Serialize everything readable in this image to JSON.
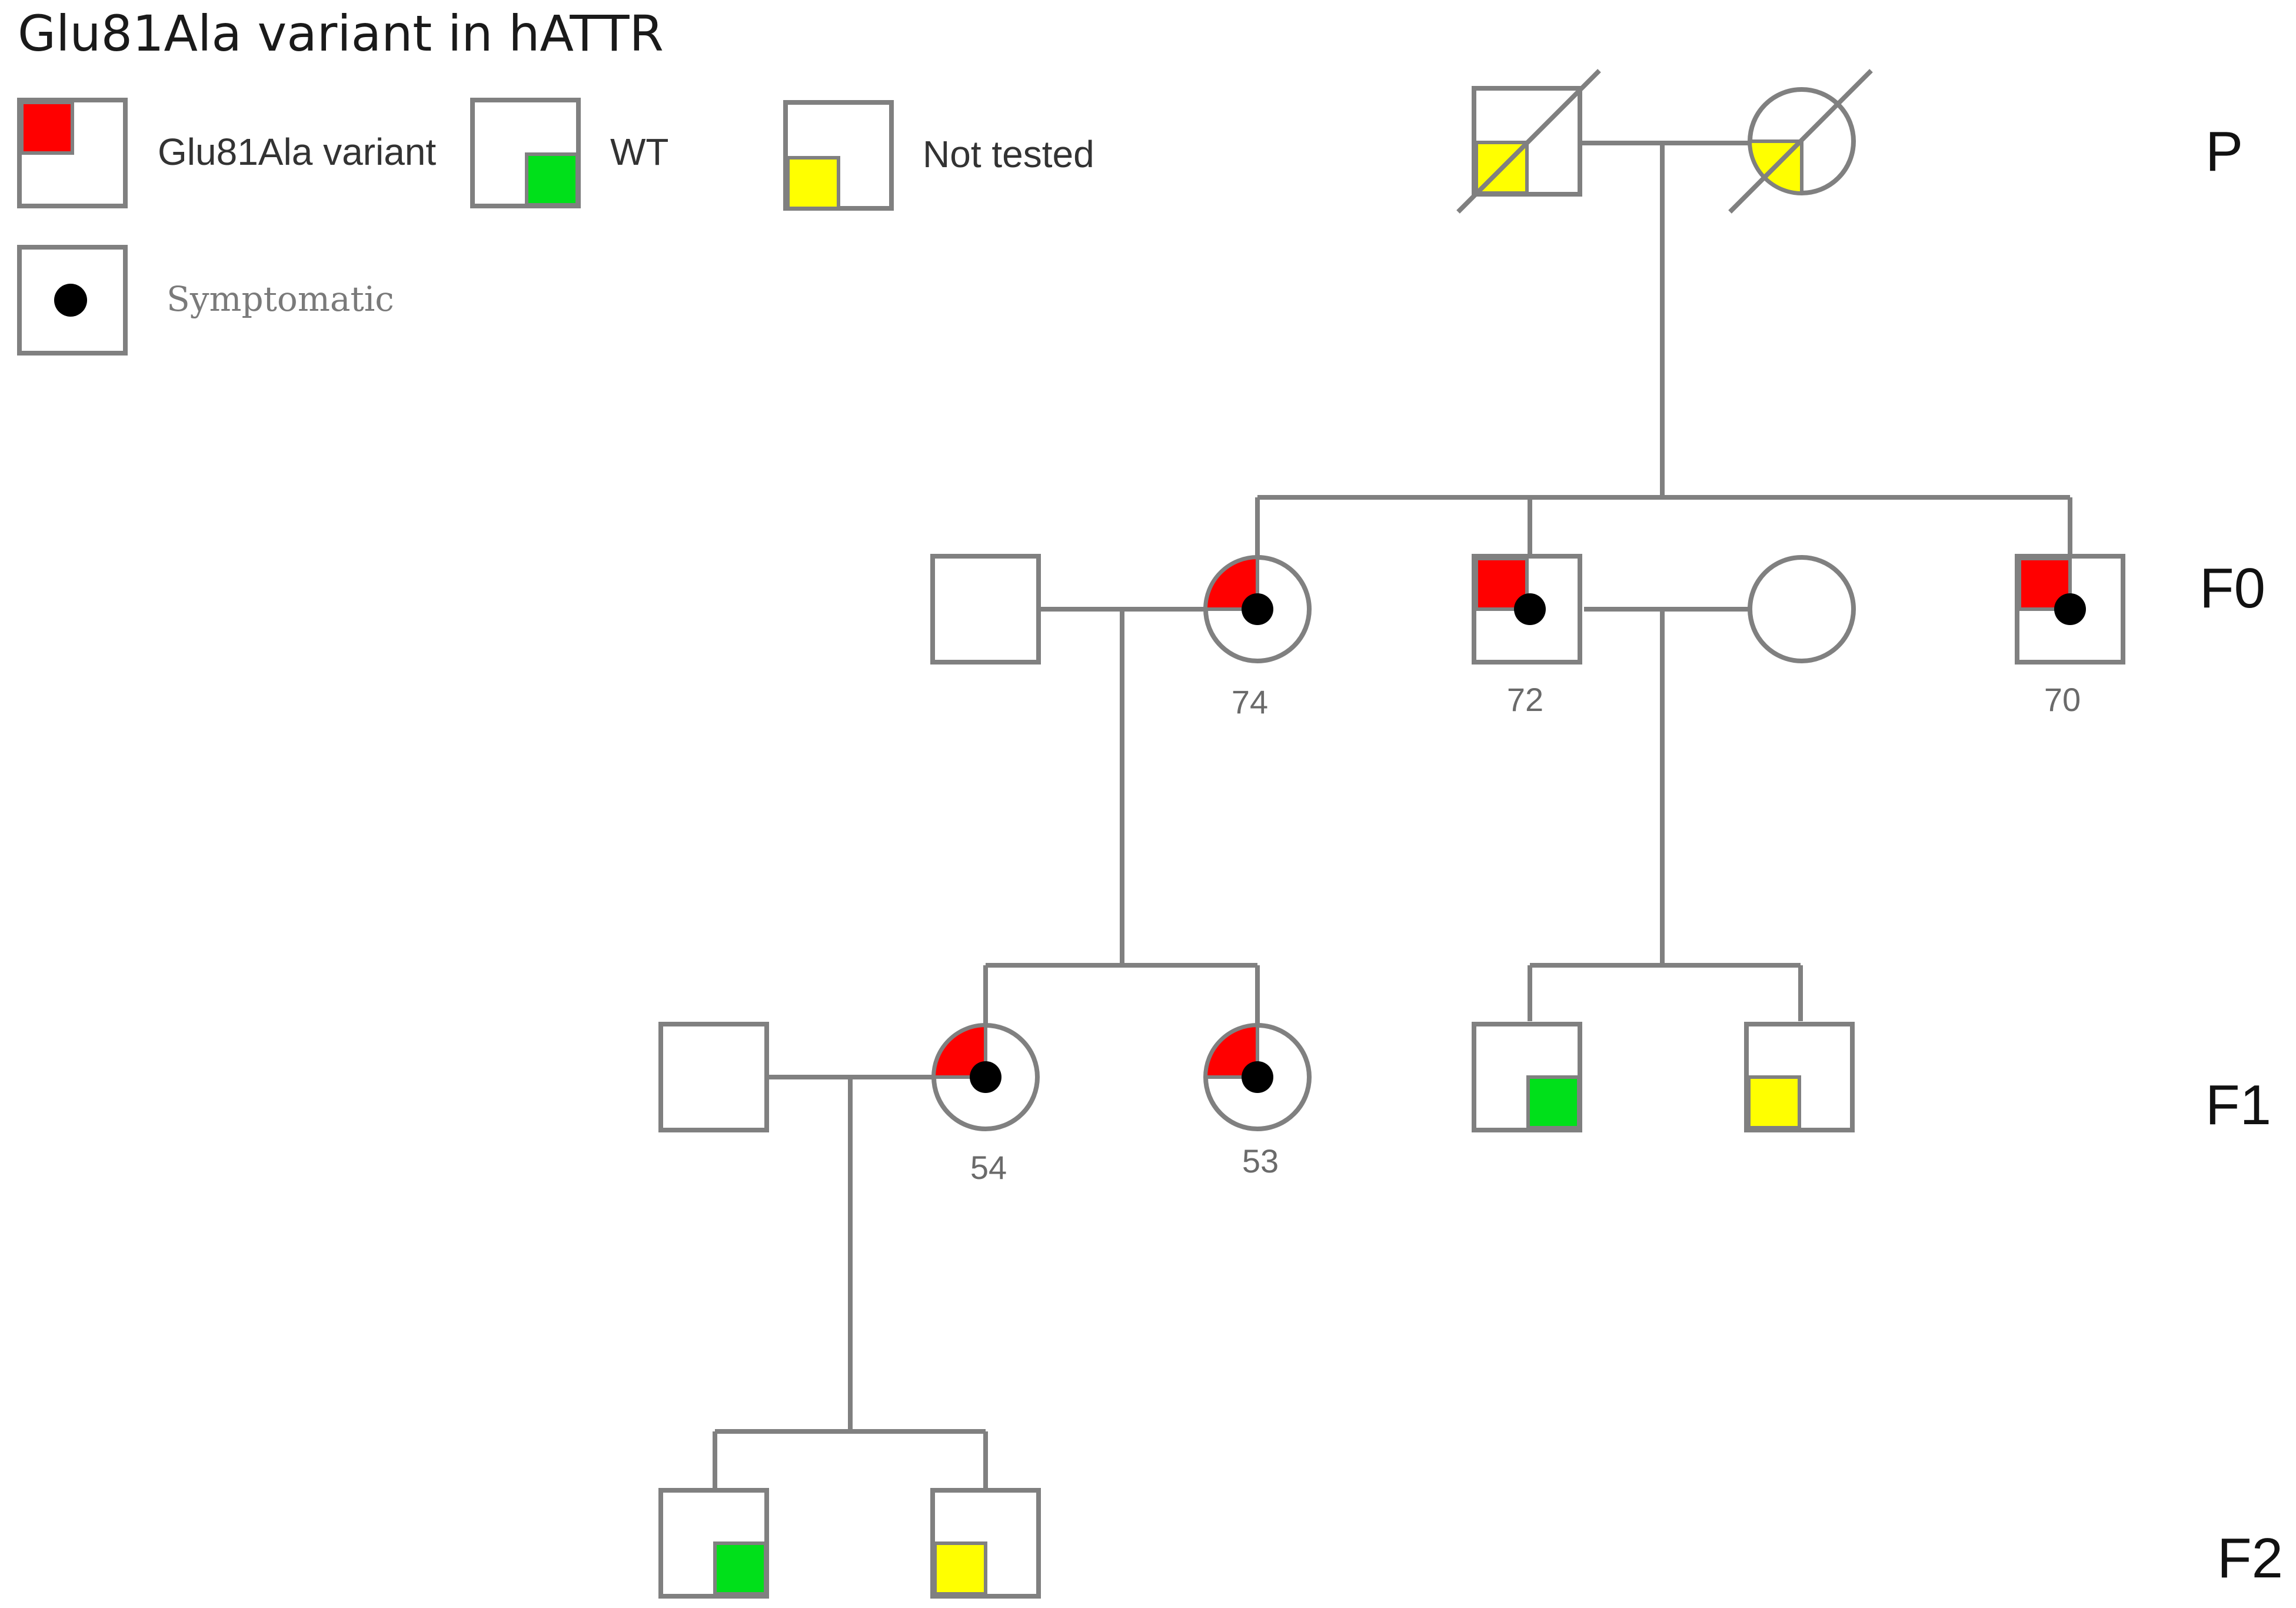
{
  "title": "Glu81Ala variant in hATTR",
  "colors": {
    "variant": "#ff0000",
    "wt": "#00e01a",
    "not_tested": "#ffff00",
    "line": "#808080",
    "symptomatic_dot": "#000000"
  },
  "legend": {
    "variant_label": "Glu81Ala variant",
    "wt_label": "WT",
    "not_tested_label": "Not tested",
    "symptomatic_label": "Symptomatic"
  },
  "generations": [
    "P",
    "F0",
    "F1",
    "F2"
  ],
  "individuals": [
    {
      "id": "p-father",
      "generation": "P",
      "sex": "male",
      "status": "not-tested",
      "deceased": true,
      "symptomatic": false,
      "age": ""
    },
    {
      "id": "p-mother",
      "generation": "P",
      "sex": "female",
      "status": "not-tested",
      "deceased": true,
      "symptomatic": false,
      "age": ""
    },
    {
      "id": "f0-spouse-male",
      "generation": "F0",
      "sex": "male",
      "status": "untested-unaffected",
      "deceased": false,
      "symptomatic": false,
      "age": ""
    },
    {
      "id": "f0-daughter",
      "generation": "F0",
      "sex": "female",
      "status": "variant",
      "deceased": false,
      "symptomatic": true,
      "age": "74"
    },
    {
      "id": "f0-son-1",
      "generation": "F0",
      "sex": "male",
      "status": "variant",
      "deceased": false,
      "symptomatic": true,
      "age": "72"
    },
    {
      "id": "f0-spouse-female",
      "generation": "F0",
      "sex": "female",
      "status": "untested-unaffected",
      "deceased": false,
      "symptomatic": false,
      "age": ""
    },
    {
      "id": "f0-son-2",
      "generation": "F0",
      "sex": "male",
      "status": "variant",
      "deceased": false,
      "symptomatic": true,
      "age": "70"
    },
    {
      "id": "f1-spouse-male",
      "generation": "F1",
      "sex": "male",
      "status": "untested-unaffected",
      "deceased": false,
      "symptomatic": false,
      "age": ""
    },
    {
      "id": "f1-daughter-1",
      "generation": "F1",
      "sex": "female",
      "status": "variant",
      "deceased": false,
      "symptomatic": true,
      "age": "54"
    },
    {
      "id": "f1-daughter-2",
      "generation": "F1",
      "sex": "female",
      "status": "variant",
      "deceased": false,
      "symptomatic": true,
      "age": "53"
    },
    {
      "id": "f1-son-1",
      "generation": "F1",
      "sex": "male",
      "status": "wt",
      "deceased": false,
      "symptomatic": false,
      "age": ""
    },
    {
      "id": "f1-son-2",
      "generation": "F1",
      "sex": "male",
      "status": "not-tested",
      "deceased": false,
      "symptomatic": false,
      "age": ""
    },
    {
      "id": "f2-son-1",
      "generation": "F2",
      "sex": "male",
      "status": "wt",
      "deceased": false,
      "symptomatic": false,
      "age": ""
    },
    {
      "id": "f2-son-2",
      "generation": "F2",
      "sex": "male",
      "status": "not-tested",
      "deceased": false,
      "symptomatic": false,
      "age": ""
    }
  ]
}
